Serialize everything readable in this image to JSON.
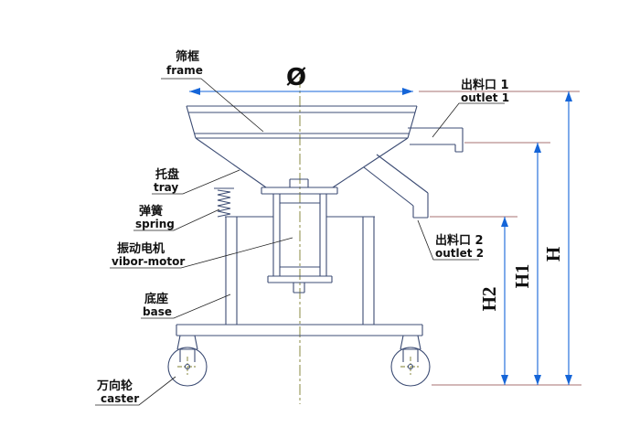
{
  "labels": {
    "frame": {
      "zh": "筛框",
      "en": "frame"
    },
    "tray": {
      "zh": "托盘",
      "en": "tray"
    },
    "spring": {
      "zh": "弹簧",
      "en": "spring"
    },
    "motor": {
      "zh": "振动电机",
      "en": "vibor-motor"
    },
    "base": {
      "zh": "底座",
      "en": "base"
    },
    "caster": {
      "zh": "万向轮",
      "en": "caster"
    },
    "outlet1": {
      "zh": "出料口 1",
      "en": "outlet 1"
    },
    "outlet2": {
      "zh": "出料口 2",
      "en": "outlet 2"
    }
  },
  "dimensions": {
    "diameter": "Ø",
    "height_total": "H",
    "height_1": "H1",
    "height_2": "H2"
  },
  "colors": {
    "drawing_line": "#3c4c74",
    "dimension_line": "#1565d8",
    "extension_line": "#8a4040",
    "centerline": "#7d7d2e",
    "text": "#111111",
    "background": "#ffffff"
  }
}
